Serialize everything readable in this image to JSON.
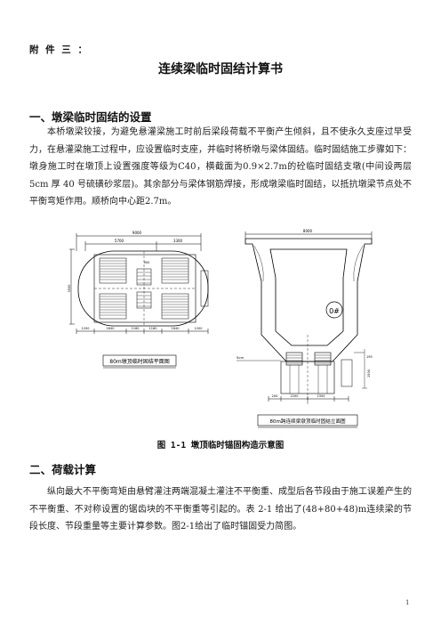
{
  "annex_label": "附 件 三 ：",
  "doc_title": "连续梁临时固结计算书",
  "section1": {
    "heading": "一、墩梁临时固结的设置",
    "body": "本桥墩梁铰接，为避免悬灌梁施工时前后梁段荷载不平衡产生倾斜，且不使永久支座过早受力，在悬灌梁施工过程中，应设置临时支座，并临时将桥墩与梁体固结。临时固结施工步骤如下：墩身施工时在墩顶上设置强度等级为C40，横截面为0.9×2.7m的砼临时固结支墩(中间设两层 5cm 厚 40 号硫磺砂浆层)。其余部分与梁体钢筋焊接，形成墩梁临时固结，以抵抗墩梁节点处不平衡弯矩作用。顺桥向中心距2.7m。"
  },
  "figure": {
    "left_dims": {
      "total_width": "9000",
      "left_part": "5700",
      "right_part": "3300",
      "depth": "3500",
      "b1": "1200",
      "b2": "2640",
      "b3": "1160",
      "b4": "1160",
      "b5": "1640",
      "b6": "1200",
      "inner_v": "900"
    },
    "left_label": "80m墩顶临时固结平面图",
    "right_dims": {
      "top_width": "8000",
      "pier_label": "0#",
      "thickness": "5cm",
      "m1": "200",
      "m2": "2200",
      "m3": "2350",
      "r1": "195",
      "r2": "1500"
    },
    "right_label": "80m跨连续梁墩顶临时固结立面图",
    "caption": "图 1-1  墩顶临时锚固构造示意图"
  },
  "section2": {
    "heading": "二、荷载计算",
    "body": "纵向最大不平衡弯矩由悬臂灌注两端混凝土灌注不平衡重、成型后各节段由于施工误差产生的不平衡重、不对称设置的锯齿块的不平衡重等引起的。表 2-1 给出了(48+80+48)m连续梁的节段长度、节段重量等主要计算参数。图2-1给出了临时锚固受力简图。"
  },
  "page_number": "1"
}
